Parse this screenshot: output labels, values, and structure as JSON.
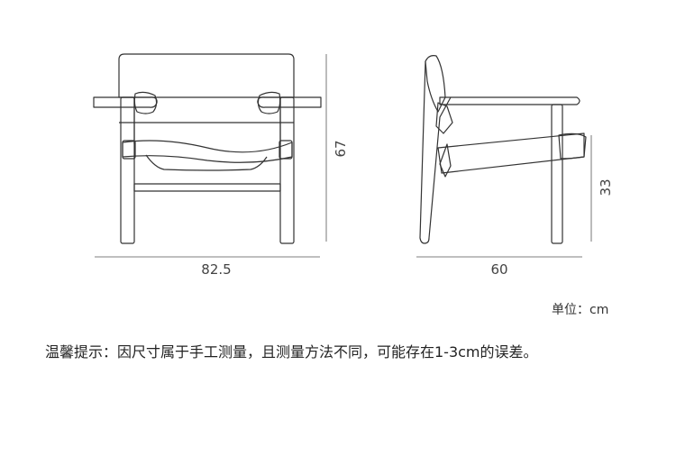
{
  "front_view": {
    "width_label": "82.5",
    "height_label": "67"
  },
  "side_view": {
    "depth_label": "60",
    "seat_height_label": "33"
  },
  "unit_note": "单位：cm",
  "tip_note": "温馨提示：因尺寸属于手工测量，且测量方法不同，可能存在1-3cm的误差。"
}
